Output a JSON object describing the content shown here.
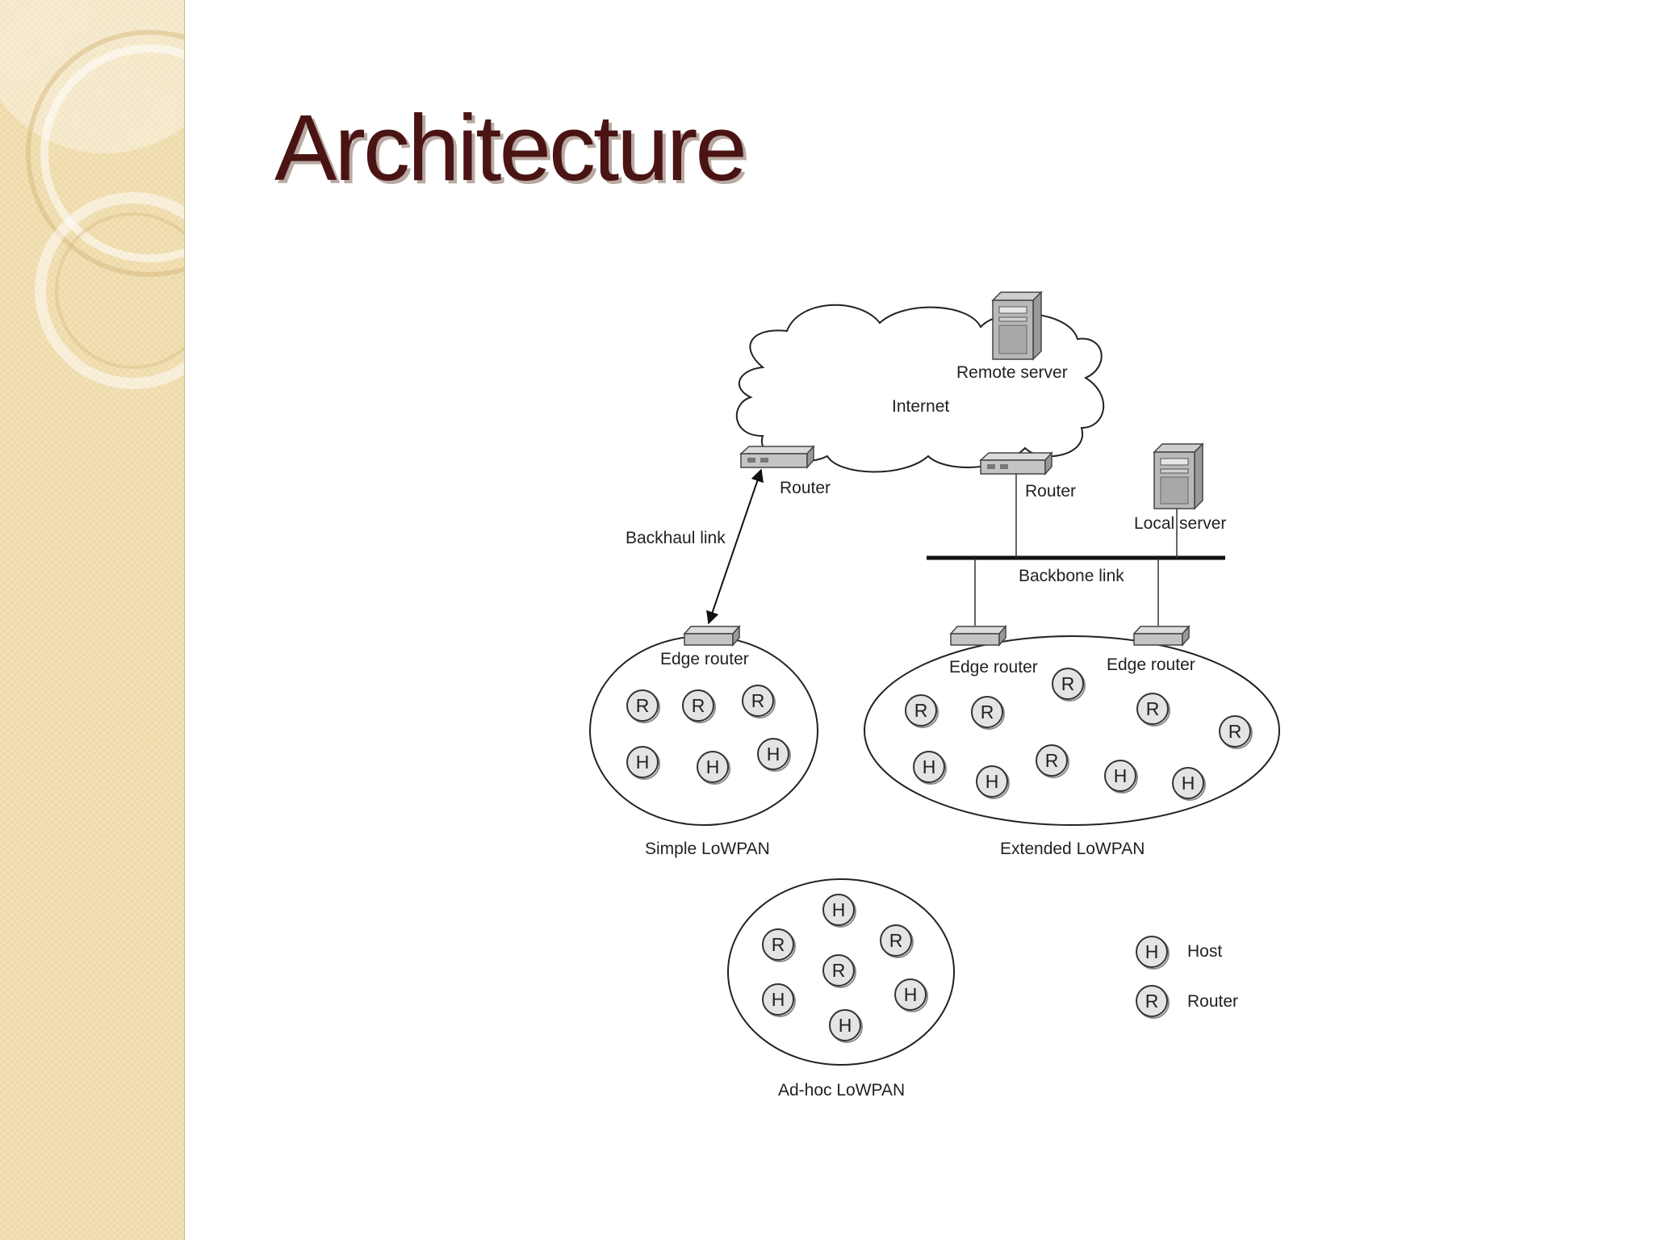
{
  "slide": {
    "title": "Architecture"
  },
  "diagram": {
    "labels": {
      "remote_server": "Remote server",
      "internet": "Internet",
      "router_left": "Router",
      "router_right": "Router",
      "local_server": "Local server",
      "backhaul_link": "Backhaul link",
      "backbone_link": "Backbone link",
      "edge_router_simple": "Edge router",
      "edge_router_ext_1": "Edge router",
      "edge_router_ext_2": "Edge router",
      "simple_lowpan": "Simple LoWPAN",
      "extended_lowpan": "Extended LoWPAN",
      "adhoc_lowpan": "Ad-hoc LoWPAN"
    },
    "node_letters": {
      "host": "H",
      "router": "R"
    },
    "legend": {
      "host": "Host",
      "router": "Router"
    }
  }
}
